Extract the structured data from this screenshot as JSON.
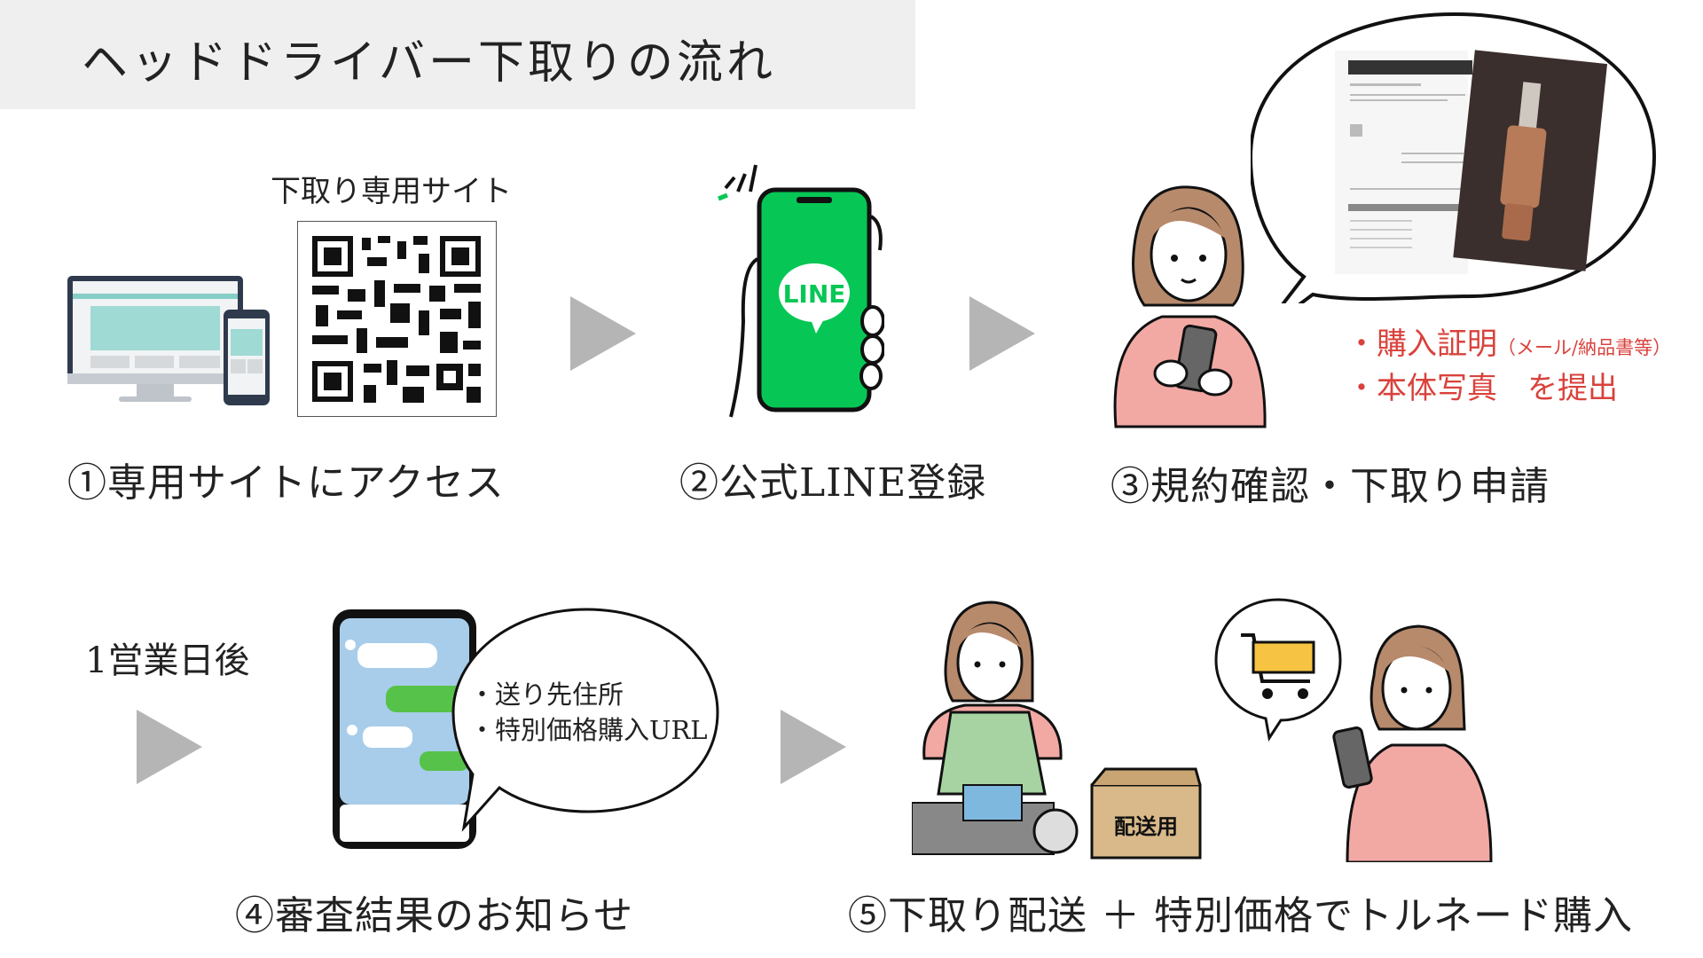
{
  "title": "ヘッドドライバー下取りの流れ",
  "qr_caption": "下取り専用サイト",
  "steps": [
    {
      "label": "①専用サイトにアクセス"
    },
    {
      "label": "②公式LINE登録"
    },
    {
      "label": "③規約確認・下取り申請"
    },
    {
      "label": "④審査結果のお知らせ"
    },
    {
      "label": "⑤下取り配送 ＋ 特別価格でトルネード購入"
    }
  ],
  "line_logo": "LINE",
  "submit": {
    "item1": "・購入証明",
    "item1_note": "（メール/納品書等）",
    "item2": "・本体写真　を提出"
  },
  "wait_note": "1営業日後",
  "result_bubble": [
    "・送り先住所",
    "・特別価格購入URL"
  ],
  "box_label": "配送用",
  "colors": {
    "accent_red": "#d9423c",
    "line_green": "#06c755",
    "arrow_gray": "#b5b5b5"
  }
}
